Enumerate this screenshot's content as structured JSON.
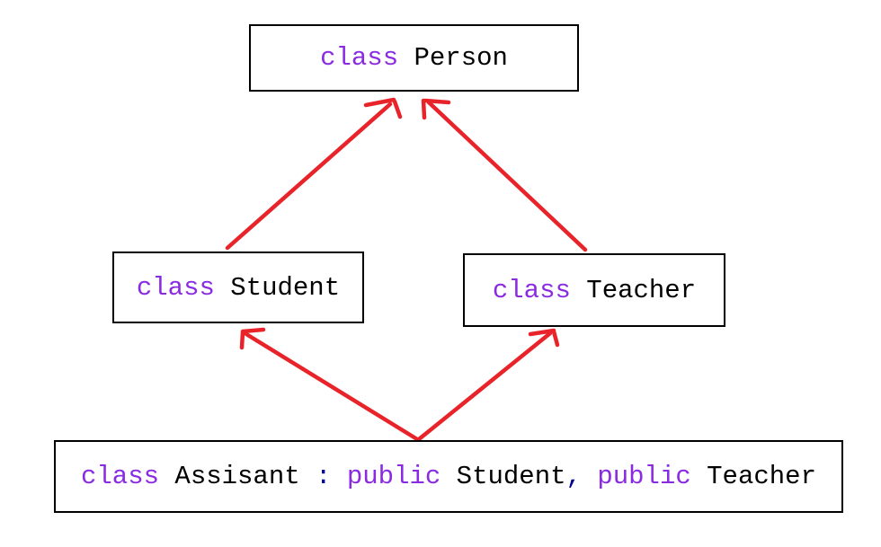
{
  "colors": {
    "keyword": "#8a2be2",
    "identifier": "#000000",
    "punctuation": "#00008b",
    "arrow": "#e8242a",
    "box_border": "#000000",
    "background": "#ffffff"
  },
  "nodes": {
    "person": {
      "full_text": "class Person",
      "tokens": [
        {
          "type": "keyword",
          "text": "class"
        },
        {
          "type": "identifier",
          "text": " Person"
        }
      ]
    },
    "student": {
      "full_text": "class Student",
      "tokens": [
        {
          "type": "keyword",
          "text": "class"
        },
        {
          "type": "identifier",
          "text": " Student"
        }
      ]
    },
    "teacher": {
      "full_text": "class Teacher",
      "tokens": [
        {
          "type": "keyword",
          "text": "class"
        },
        {
          "type": "identifier",
          "text": " Teacher"
        }
      ]
    },
    "assisant": {
      "full_text": "class Assisant : public Student, public Teacher",
      "tokens": [
        {
          "type": "keyword",
          "text": "class"
        },
        {
          "type": "identifier",
          "text": " Assisant "
        },
        {
          "type": "punctuation",
          "text": ":"
        },
        {
          "type": "identifier",
          "text": " "
        },
        {
          "type": "keyword",
          "text": "public"
        },
        {
          "type": "identifier",
          "text": " Student"
        },
        {
          "type": "punctuation",
          "text": ","
        },
        {
          "type": "identifier",
          "text": " "
        },
        {
          "type": "keyword",
          "text": "public"
        },
        {
          "type": "identifier",
          "text": " Teacher"
        }
      ]
    }
  },
  "edges": [
    {
      "from": "Student",
      "to": "Person",
      "relation": "inherits"
    },
    {
      "from": "Teacher",
      "to": "Person",
      "relation": "inherits"
    },
    {
      "from": "Assisant",
      "to": "Student",
      "relation": "inherits"
    },
    {
      "from": "Assisant",
      "to": "Teacher",
      "relation": "inherits"
    }
  ]
}
